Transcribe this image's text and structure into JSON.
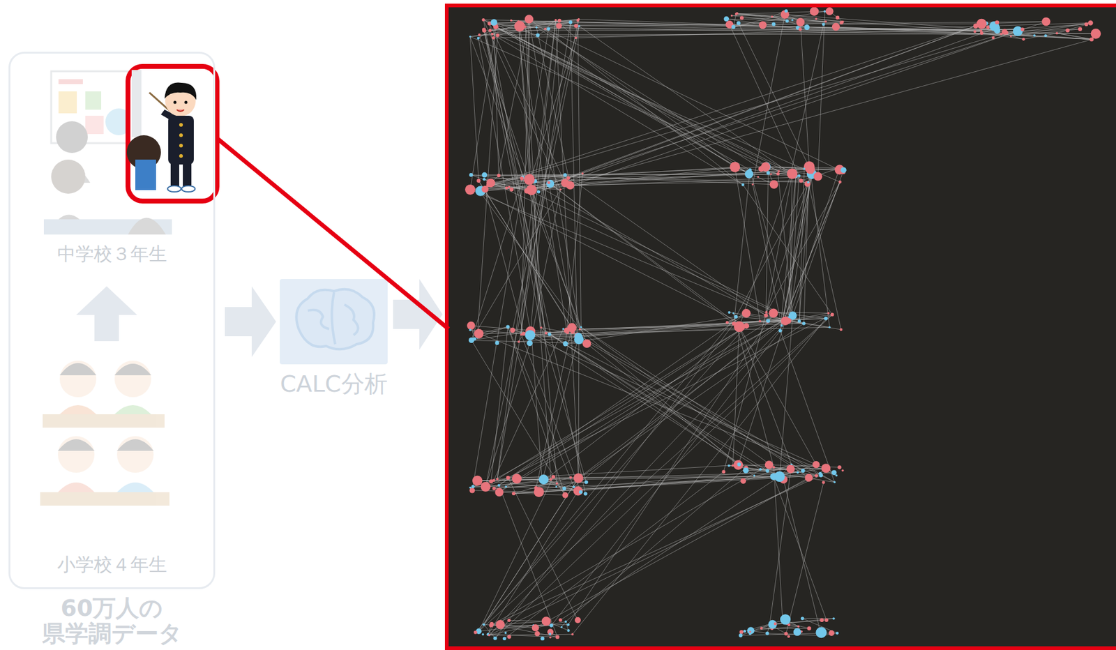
{
  "diagram": {
    "nodes": [
      {
        "text": [
          "中学校３年生",
          "小学校４年生",
          "60万人の 県学調データ"
        ]
      },
      {
        "text": [
          "CALC分析"
        ]
      }
    ],
    "edges": [
      {
        "from": 0,
        "to": 1,
        "arrow": "to"
      }
    ]
  }
}
